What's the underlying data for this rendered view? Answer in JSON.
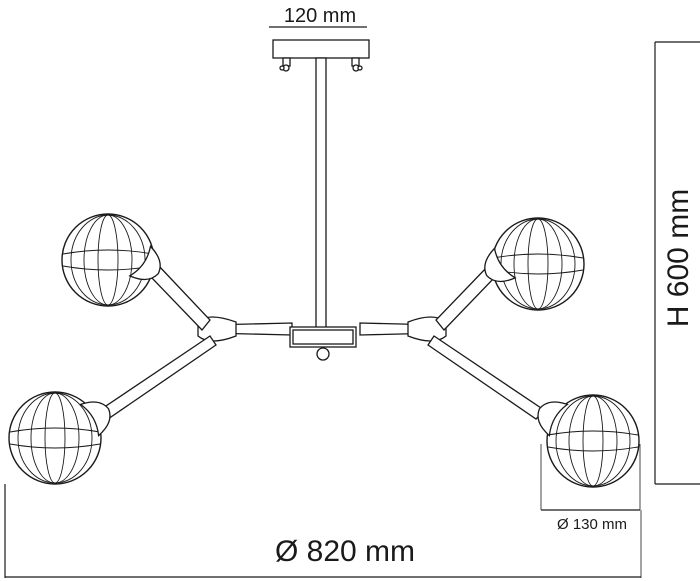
{
  "dimensions": {
    "canopy_width": "120 mm",
    "height": "H 600 mm",
    "diameter": "Ø 820 mm",
    "shade_diameter": "Ø 130 mm"
  }
}
